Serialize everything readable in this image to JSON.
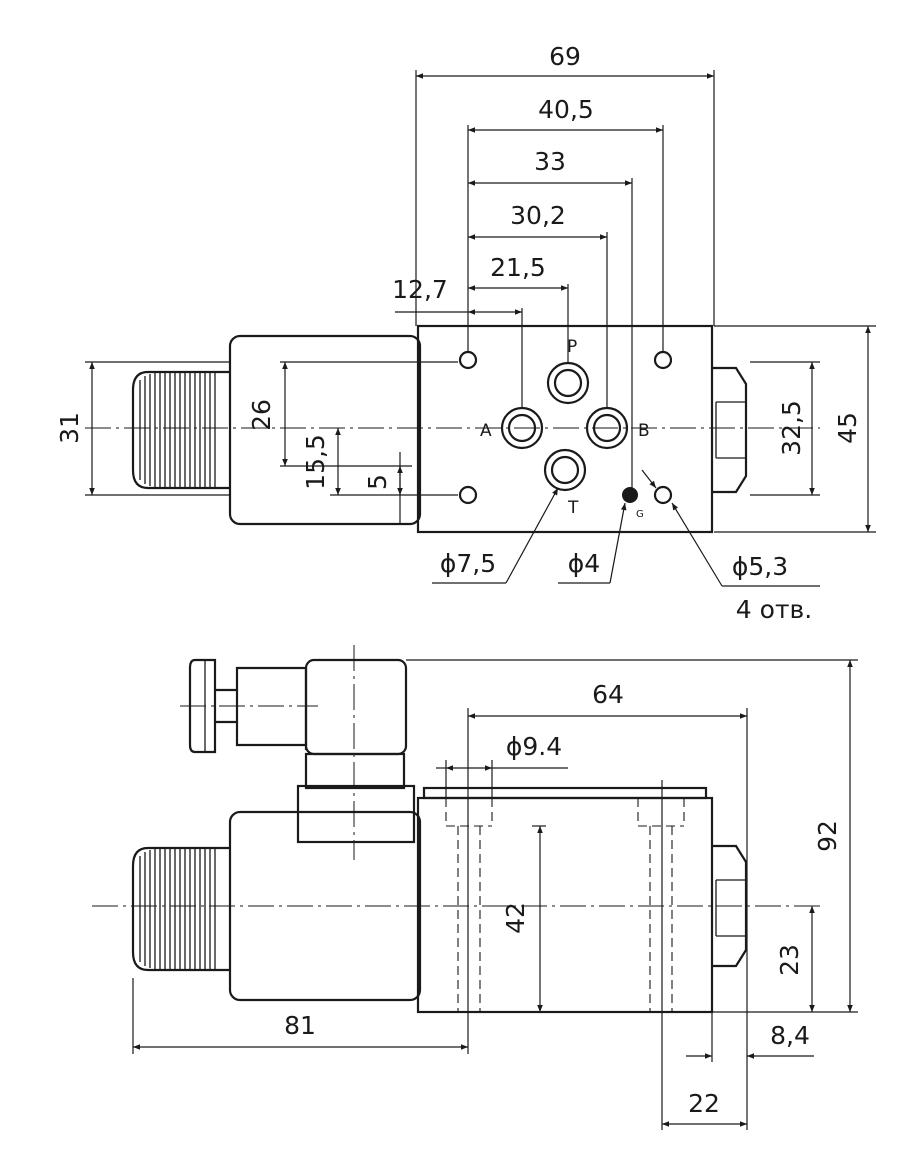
{
  "top_view": {
    "dims": {
      "d69": "69",
      "d40_5": "40,5",
      "d33": "33",
      "d30_2": "30,2",
      "d21_5": "21,5",
      "d12_7": "12,7",
      "d31": "31",
      "d26": "26",
      "d15_5": "15,5",
      "d5": "5",
      "d32_5": "32,5",
      "d45": "45"
    },
    "ports": {
      "p": "P",
      "a": "A",
      "b": "B",
      "t": "T",
      "g": "G"
    },
    "callouts": {
      "port_dia": "ϕ7,5",
      "pin_dia": "ϕ4",
      "bolt_dia": "ϕ5,3",
      "bolt_count": "4 отв."
    }
  },
  "side_view": {
    "dims": {
      "d64": "64",
      "d9_4": "ϕ9.4",
      "d42": "42",
      "d92": "92",
      "d23": "23",
      "d81": "81",
      "d8_4": "8,4",
      "d22": "22"
    }
  }
}
